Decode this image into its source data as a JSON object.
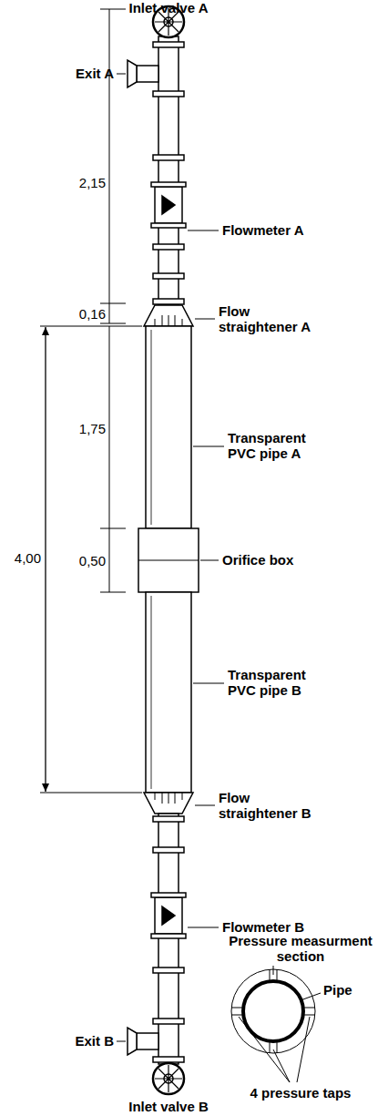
{
  "diagram": {
    "labels": [
      "Inlet valve A",
      "Exit A",
      "2,15",
      "Flowmeter A",
      "0,16",
      "Flow straightener A",
      "1,75",
      "Transparent PVC pipe A",
      "4,00",
      "0,50",
      "Orifice box",
      "Transparent PVC pipe B",
      "Flow straightener B",
      "Flowmeter B",
      "Exit B",
      "Pressure measurment section",
      "Pipe",
      "4 pressure taps",
      "Inlet valve B"
    ]
  }
}
